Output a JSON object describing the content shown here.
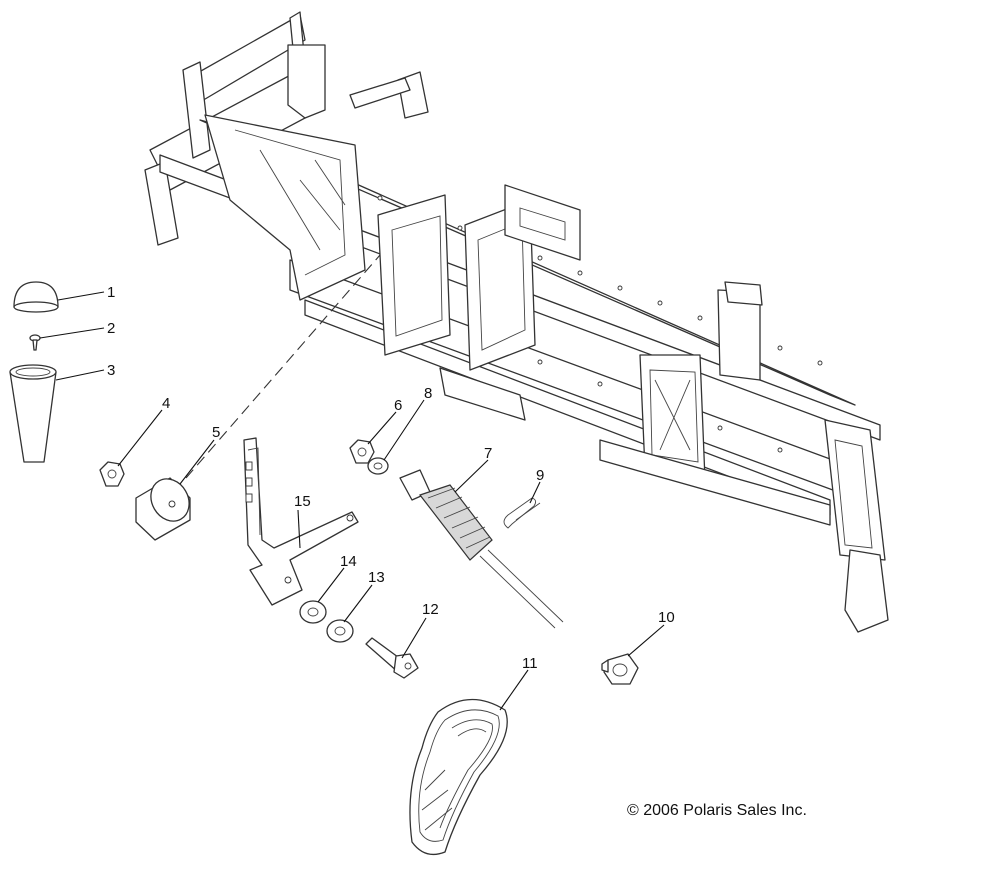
{
  "callouts": [
    "1",
    "2",
    "3",
    "4",
    "5",
    "6",
    "7",
    "8",
    "9",
    "10",
    "11",
    "12",
    "13",
    "14",
    "15"
  ],
  "copyright": "© 2006 Polaris Sales Inc."
}
